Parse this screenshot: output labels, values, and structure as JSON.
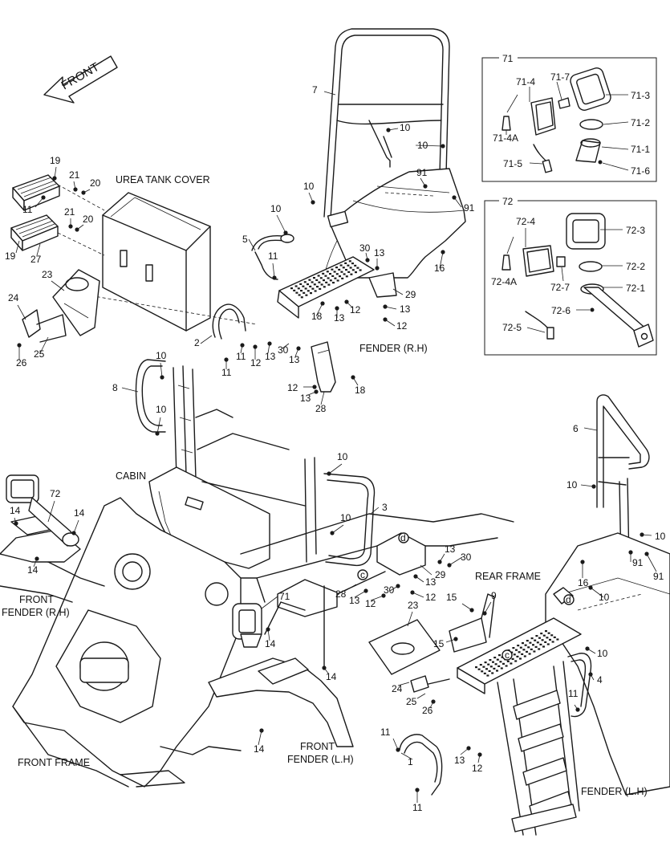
{
  "front_arrow": "FRONT",
  "labels": {
    "urea_tank_cover": "UREA TANK COVER",
    "fender_rh": "FENDER (R.H)",
    "cabin": "CABIN",
    "front_fender_rh_1": "FRONT",
    "front_fender_rh_2": "FENDER (R.H)",
    "rear_frame": "REAR FRAME",
    "front_frame": "FRONT FRAME",
    "front_fender_lh_1": "FRONT",
    "front_fender_lh_2": "FENDER (L.H)",
    "fender_lh": "FENDER (L.H)"
  },
  "inset_71": {
    "title": "71",
    "parts": [
      "71-1",
      "71-2",
      "71-3",
      "71-4",
      "71-4A",
      "71-5",
      "71-6",
      "71-7"
    ]
  },
  "inset_72": {
    "title": "72",
    "parts": [
      "72-1",
      "72-2",
      "72-3",
      "72-4",
      "72-4A",
      "72-5",
      "72-6",
      "72-7"
    ]
  },
  "circle_markers": [
    "c",
    "d"
  ],
  "callouts": [
    {
      "id": "c7",
      "text": "7"
    },
    {
      "id": "c10a",
      "text": "10"
    },
    {
      "id": "c10b",
      "text": "10"
    },
    {
      "id": "c10c",
      "text": "10"
    },
    {
      "id": "c91a",
      "text": "91"
    },
    {
      "id": "c91b",
      "text": "91"
    },
    {
      "id": "c10d",
      "text": "10"
    },
    {
      "id": "c5",
      "text": "5"
    },
    {
      "id": "c11a",
      "text": "11"
    },
    {
      "id": "c30a",
      "text": "30"
    },
    {
      "id": "c13a",
      "text": "13"
    },
    {
      "id": "c16a",
      "text": "16"
    },
    {
      "id": "c29a",
      "text": "29"
    },
    {
      "id": "c12a",
      "text": "12"
    },
    {
      "id": "c13b",
      "text": "13"
    },
    {
      "id": "c12b",
      "text": "12"
    },
    {
      "id": "c13c",
      "text": "13"
    },
    {
      "id": "c18a",
      "text": "18"
    },
    {
      "id": "c19a",
      "text": "19"
    },
    {
      "id": "c21a",
      "text": "21"
    },
    {
      "id": "c20a",
      "text": "20"
    },
    {
      "id": "c11b",
      "text": "11"
    },
    {
      "id": "c21b",
      "text": "21"
    },
    {
      "id": "c20b",
      "text": "20"
    },
    {
      "id": "c19b",
      "text": "19"
    },
    {
      "id": "c27",
      "text": "27"
    },
    {
      "id": "c23a",
      "text": "23"
    },
    {
      "id": "c24a",
      "text": "24"
    },
    {
      "id": "c25a",
      "text": "25"
    },
    {
      "id": "c26a",
      "text": "26"
    },
    {
      "id": "c2",
      "text": "2"
    },
    {
      "id": "c11c",
      "text": "11"
    },
    {
      "id": "c11d",
      "text": "11"
    },
    {
      "id": "c12c",
      "text": "12"
    },
    {
      "id": "c13d",
      "text": "13"
    },
    {
      "id": "c30b",
      "text": "30"
    },
    {
      "id": "c13e",
      "text": "13"
    },
    {
      "id": "c12d",
      "text": "12"
    },
    {
      "id": "c13f",
      "text": "13"
    },
    {
      "id": "c28a",
      "text": "28"
    },
    {
      "id": "c18b",
      "text": "18"
    },
    {
      "id": "c8",
      "text": "8"
    },
    {
      "id": "c10e",
      "text": "10"
    },
    {
      "id": "c10f",
      "text": "10"
    },
    {
      "id": "c10g",
      "text": "10"
    },
    {
      "id": "c3",
      "text": "3"
    },
    {
      "id": "c10h",
      "text": "10"
    },
    {
      "id": "c72",
      "text": "72"
    },
    {
      "id": "c14a",
      "text": "14"
    },
    {
      "id": "c14b",
      "text": "14"
    },
    {
      "id": "c14c",
      "text": "14"
    },
    {
      "id": "c6",
      "text": "6"
    },
    {
      "id": "c10i",
      "text": "10"
    },
    {
      "id": "c10j",
      "text": "10"
    },
    {
      "id": "c16b",
      "text": "16"
    },
    {
      "id": "c91c",
      "text": "91"
    },
    {
      "id": "c91d",
      "text": "91"
    },
    {
      "id": "c10k",
      "text": "10"
    },
    {
      "id": "c13g",
      "text": "13"
    },
    {
      "id": "c30c",
      "text": "30"
    },
    {
      "id": "c29b",
      "text": "29"
    },
    {
      "id": "c13h",
      "text": "13"
    },
    {
      "id": "c12e",
      "text": "12"
    },
    {
      "id": "c28b",
      "text": "28"
    },
    {
      "id": "c13i",
      "text": "13"
    },
    {
      "id": "c12f",
      "text": "12"
    },
    {
      "id": "c30d",
      "text": "30"
    },
    {
      "id": "c71",
      "text": "71"
    },
    {
      "id": "c14d",
      "text": "14"
    },
    {
      "id": "c9",
      "text": "9"
    },
    {
      "id": "c15a",
      "text": "15"
    },
    {
      "id": "c15b",
      "text": "15"
    },
    {
      "id": "c23b",
      "text": "23"
    },
    {
      "id": "c10l",
      "text": "10"
    },
    {
      "id": "c4",
      "text": "4"
    },
    {
      "id": "c14e",
      "text": "14"
    },
    {
      "id": "c24b",
      "text": "24"
    },
    {
      "id": "c25b",
      "text": "25"
    },
    {
      "id": "c26b",
      "text": "26"
    },
    {
      "id": "c11e",
      "text": "11"
    },
    {
      "id": "c14f",
      "text": "14"
    },
    {
      "id": "c11f",
      "text": "11"
    },
    {
      "id": "c1",
      "text": "1"
    },
    {
      "id": "c13j",
      "text": "13"
    },
    {
      "id": "c12g",
      "text": "12"
    },
    {
      "id": "c11g",
      "text": "11"
    }
  ]
}
